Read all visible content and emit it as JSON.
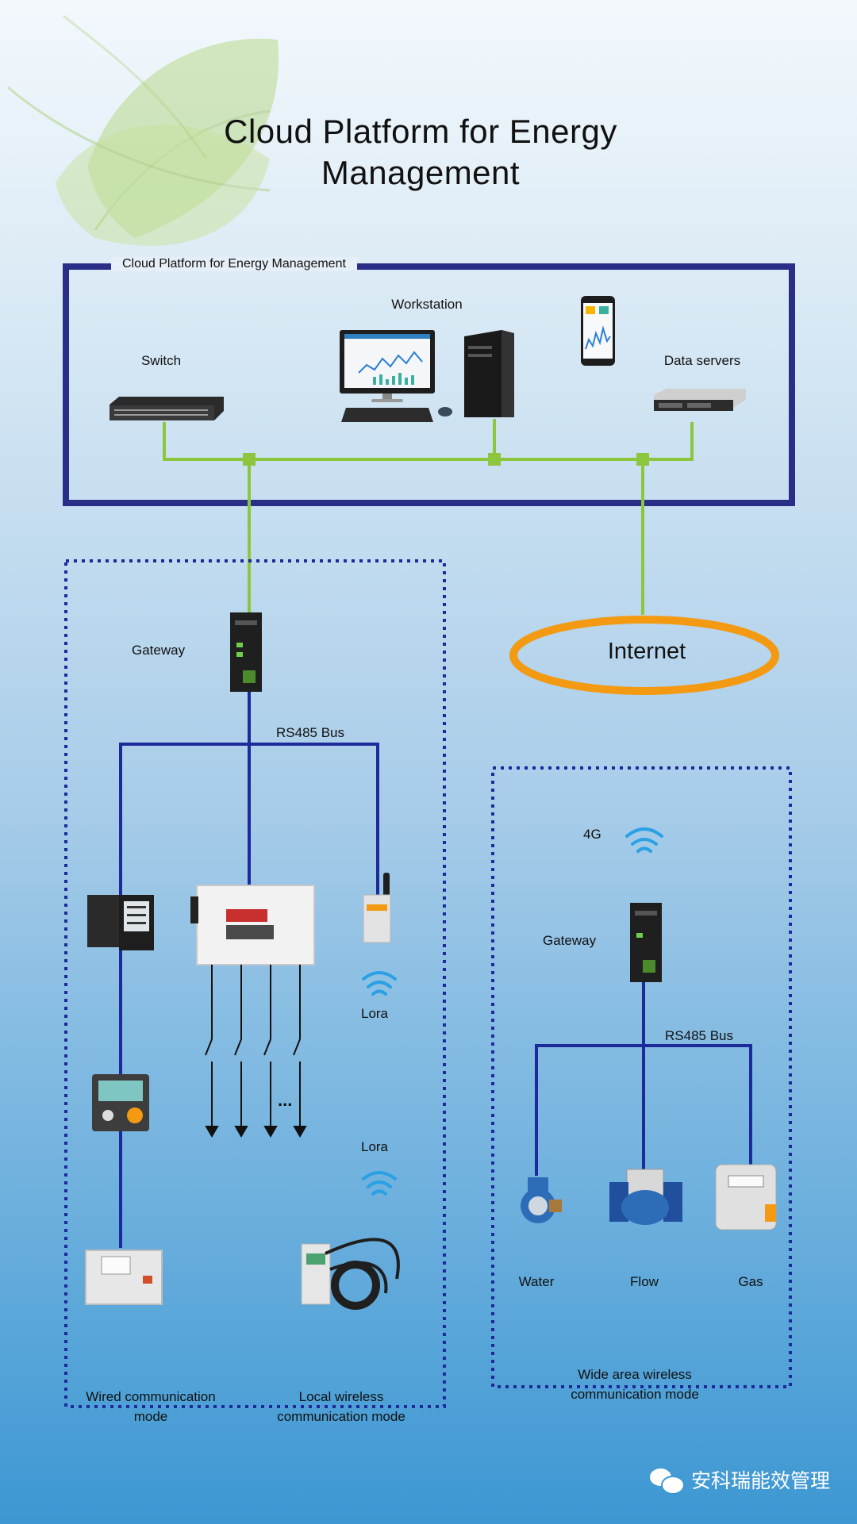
{
  "title": "Cloud Platform for Energy Management",
  "cloud_frame": {
    "label": "Cloud Platform for Energy Management",
    "workstation": "Workstation",
    "switch": "Switch",
    "data_servers": "Data servers"
  },
  "internet": "Internet",
  "wired_section": {
    "gateway": "Gateway",
    "bus": "RS485 Bus",
    "lora_1": "Lora",
    "lora_2": "Lora",
    "ellipsis": "...",
    "wired_mode": "Wired communication mode",
    "local_wireless_mode": "Local wireless communication mode"
  },
  "wide_area_section": {
    "signal": "4G",
    "gateway": "Gateway",
    "bus": "RS485 Bus",
    "water": "Water",
    "flow": "Flow",
    "gas": "Gas",
    "mode": "Wide area wireless communication mode"
  },
  "watermark": "安科瑞能效管理",
  "colors": {
    "frame_navy": "#2a2e86",
    "link_green": "#8cc63f",
    "bus_blue": "#1c2a9a",
    "internet_orange": "#f39a12"
  },
  "icons": [
    "leaf-icon",
    "wifi-icon",
    "wechat-icon",
    "switch-icon",
    "pc-icon",
    "phone-icon",
    "server-icon",
    "gateway-icon",
    "meter-icon"
  ]
}
